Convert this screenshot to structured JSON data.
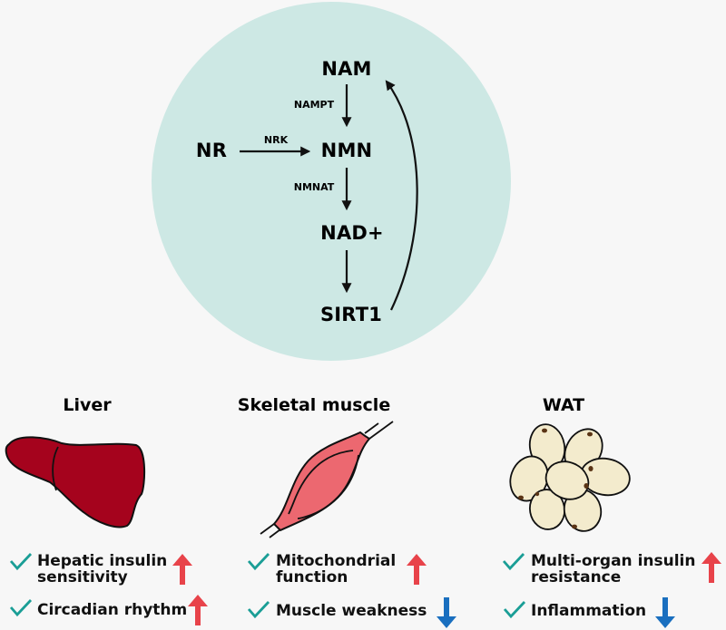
{
  "pathway": {
    "nodes": {
      "nam": "NAM",
      "nmn": "NMN",
      "nr": "NR",
      "nad": "NAD+",
      "sirt1": "SIRT1"
    },
    "enzymes": {
      "nampt": "NAMPT",
      "nrk": "NRK",
      "nmnat": "NMNAT"
    }
  },
  "organs": [
    {
      "name": "Liver",
      "effects": [
        {
          "line1": "Hepatic insulin",
          "line2": "sensitivity",
          "direction": "up"
        },
        {
          "line1": "Circadian rhythm",
          "line2": "",
          "direction": "up"
        }
      ]
    },
    {
      "name": "Skeletal muscle",
      "effects": [
        {
          "line1": "Mitochondrial",
          "line2": "function",
          "direction": "up"
        },
        {
          "line1": "Muscle weakness",
          "line2": "",
          "direction": "down"
        }
      ]
    },
    {
      "name": "WAT",
      "effects": [
        {
          "line1": "Multi-organ insulin",
          "line2": "resistance",
          "direction": "up"
        },
        {
          "line1": "Inflammation",
          "line2": "",
          "direction": "down"
        }
      ]
    }
  ],
  "colors": {
    "background": "#f7f7f7",
    "circle": "#cde8e4",
    "check": "#1a9e96",
    "up_arrow": "#e8434a",
    "down_arrow": "#1a6fbf",
    "liver": "#a5031d",
    "muscle": "#ec6870",
    "adipocyte": "#f3ebcd",
    "nucleus": "#5a3415"
  }
}
